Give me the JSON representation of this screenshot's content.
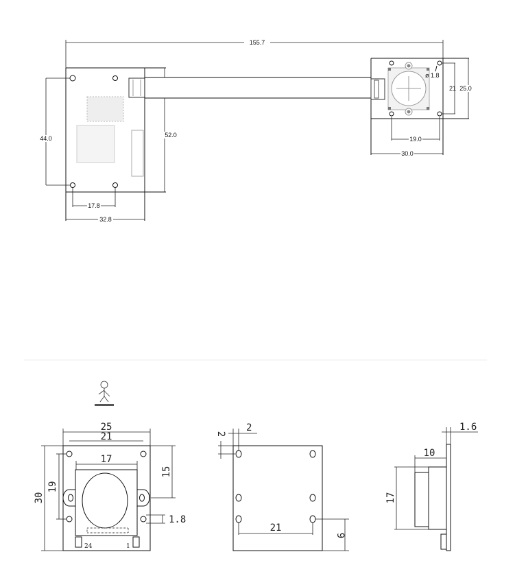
{
  "top_drawing": {
    "overall_length": "155.7",
    "main_board_height": "52.0",
    "main_board_width": "32.8",
    "main_hole_vertical": "44.0",
    "main_hole_horizontal": "17.8",
    "camera_width": "30.0",
    "camera_height": "25.0",
    "camera_hole_vertical": "21",
    "camera_hole_horizontal": "19.0",
    "hole_diameter": "ø 1.8"
  },
  "front_view": {
    "width_outer": "25",
    "hole_spacing_h": "21",
    "lens_width": "17",
    "height": "30",
    "hole_spacing_v": "19",
    "ear_offset": "15",
    "hole_dia": "1.8",
    "pin_24": "24",
    "pin_1": "1"
  },
  "back_view": {
    "hole_offset_x": "2",
    "hole_offset_y": "2",
    "hole_spacing": "21",
    "bottom_offset": "9"
  },
  "side_view": {
    "thickness": "1.6",
    "lens_depth": "10",
    "lens_height": "17"
  }
}
